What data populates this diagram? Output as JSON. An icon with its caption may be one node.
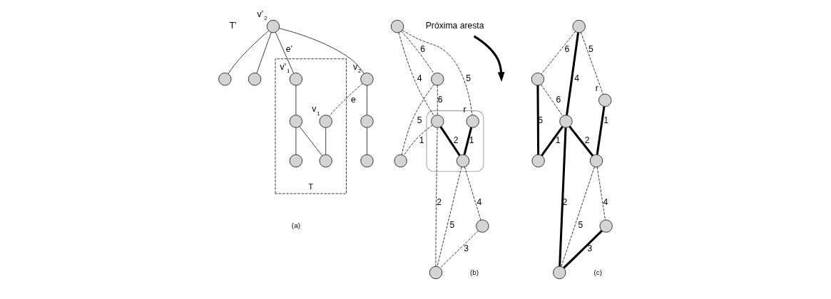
{
  "diagram": {
    "nodes": [
      {
        "text": [],
        "shape": "circle",
        "beside": [
          "v’$_{2}$"
        ]
      },
      {
        "text": [],
        "shape": "circle",
        "beside": [
          "v$_{2}$"
        ]
      },
      {
        "text": [],
        "shape": "circle"
      },
      {
        "text": [],
        "shape": "circle"
      },
      {
        "text": [
          "T"
        ]
      },
      {
        "text": [],
        "shape": "circle",
        "in": 4,
        "beside": [
          "v’$_{1}$"
        ]
      },
      {
        "text": [],
        "shape": "circle",
        "in": 4,
        "beside": [
          "v$_{1}$"
        ]
      },
      {
        "text": [],
        "shape": "circle"
      },
      {
        "text": [],
        "shape": "circle",
        "in": 4
      },
      {
        "text": [],
        "shape": "circle",
        "in": 4
      },
      {
        "text": [],
        "shape": "circle",
        "in": 4
      },
      {
        "text": [],
        "shape": "circle"
      },
      {
        "text": [],
        "shape": "circle"
      },
      {
        "text": [],
        "shape": "circle"
      },
      {
        "text": [],
        "shape": "blob"
      },
      {
        "text": [],
        "shape": "circle",
        "in": 14,
        "beside": [
          "r"
        ]
      },
      {
        "text": [],
        "shape": "circle",
        "in": 14
      },
      {
        "text": [],
        "shape": "circle"
      },
      {
        "text": [],
        "shape": "circle",
        "in": 14
      },
      {
        "text": [
          "Próxima aresta"
        ]
      },
      {
        "text": [],
        "shape": "circle"
      },
      {
        "text": [],
        "shape": "circle"
      },
      {
        "text": [],
        "shape": "circle"
      },
      {
        "text": [],
        "shape": "circle"
      },
      {
        "text": [],
        "shape": "circle",
        "beside": [
          "r"
        ]
      },
      {
        "text": [],
        "shape": "circle"
      },
      {
        "text": [],
        "shape": "circle"
      },
      {
        "text": [],
        "shape": "circle"
      },
      {
        "text": [],
        "shape": "circle"
      },
      {
        "text": [],
        "shape": "circle"
      }
    ],
    "edges": [
      {
        "from": 0,
        "to": 1,
        "arrow": "none"
      },
      {
        "from": 0,
        "to": 2,
        "arrow": "none"
      },
      {
        "from": 0,
        "to": 3,
        "arrow": "none"
      },
      {
        "from": 0,
        "to": 5,
        "arrow": "none",
        "label": "e’"
      },
      {
        "from": 1,
        "to": 6,
        "arrow": "none",
        "label": "e",
        "style": "dashed"
      },
      {
        "from": 1,
        "to": 7,
        "arrow": "none"
      },
      {
        "from": 7,
        "to": 11,
        "arrow": "none"
      },
      {
        "from": 5,
        "to": 8,
        "arrow": "none"
      },
      {
        "from": 8,
        "to": 9,
        "arrow": "none"
      },
      {
        "from": 8,
        "to": 10,
        "arrow": "none"
      },
      {
        "from": 6,
        "to": 10,
        "arrow": "none"
      },
      {
        "from": 12,
        "to": 13,
        "arrow": "none",
        "label": "6",
        "style": "dashed"
      },
      {
        "from": 12,
        "to": 15,
        "arrow": "none",
        "label": "5",
        "style": "dashed"
      },
      {
        "from": 12,
        "to": 16,
        "arrow": "none",
        "label": "4",
        "style": "dashed"
      },
      {
        "from": 13,
        "to": 16,
        "arrow": "none",
        "label": "6",
        "style": "dashed"
      },
      {
        "from": 13,
        "to": 17,
        "arrow": "none",
        "label": "5",
        "style": "dashed"
      },
      {
        "from": 15,
        "to": 18,
        "arrow": "none",
        "label": "1",
        "style": "thick"
      },
      {
        "from": 16,
        "to": 18,
        "arrow": "none",
        "label": "2",
        "style": "thick"
      },
      {
        "from": 16,
        "to": 17,
        "arrow": "none",
        "label": "1",
        "style": "dashed"
      },
      {
        "from": 16,
        "to": 21,
        "arrow": "none",
        "label": "2",
        "style": "dashed"
      },
      {
        "from": 18,
        "to": 20,
        "arrow": "none",
        "label": "4",
        "style": "dashed"
      },
      {
        "from": 18,
        "to": 21,
        "arrow": "none",
        "label": "5",
        "style": "dashed"
      },
      {
        "from": 20,
        "to": 21,
        "arrow": "none",
        "label": "3",
        "style": "dashed"
      },
      {
        "from": 19,
        "to": null,
        "arrow": "to",
        "style": "thick"
      },
      {
        "from": 22,
        "to": 23,
        "arrow": "none",
        "label": "6",
        "style": "dashed"
      },
      {
        "from": 22,
        "to": 24,
        "arrow": "none",
        "label": "5",
        "style": "dashed"
      },
      {
        "from": 22,
        "to": 25,
        "arrow": "none",
        "label": "4",
        "style": "thick"
      },
      {
        "from": 23,
        "to": 25,
        "arrow": "none",
        "label": "6",
        "style": "dashed"
      },
      {
        "from": 23,
        "to": 26,
        "arrow": "none",
        "label": "5",
        "style": "thick"
      },
      {
        "from": 24,
        "to": 27,
        "arrow": "none",
        "label": "1",
        "style": "thick"
      },
      {
        "from": 25,
        "to": 27,
        "arrow": "none",
        "label": "2",
        "style": "thick"
      },
      {
        "from": 25,
        "to": 26,
        "arrow": "none",
        "label": "1",
        "style": "thick"
      },
      {
        "from": 25,
        "to": 29,
        "arrow": "none",
        "label": "2",
        "style": "thick"
      },
      {
        "from": 27,
        "to": 28,
        "arrow": "none",
        "label": "4",
        "style": "dashed"
      },
      {
        "from": 27,
        "to": 29,
        "arrow": "none",
        "label": "5",
        "style": "dashed"
      },
      {
        "from": 28,
        "to": 29,
        "arrow": "none",
        "label": "3",
        "style": "thick"
      }
    ],
    "labels": [
      "T’",
      "(a)",
      "(b)",
      "(c)"
    ]
  }
}
